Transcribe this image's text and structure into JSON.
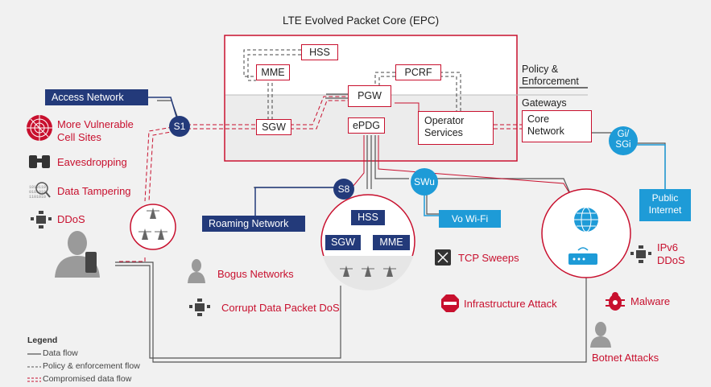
{
  "title": "LTE Evolved Packet Core (EPC)",
  "nodes": {
    "hss_top": "HSS",
    "mme_top": "MME",
    "sgw_top": "SGW",
    "pgw": "PGW",
    "epdg": "ePDG",
    "pcrf": "PCRF",
    "operator_services": [
      "Operator",
      "Services"
    ],
    "core_network": [
      "Core",
      "Network"
    ],
    "hss_s8": "HSS",
    "sgw_s8": "SGW",
    "mme_s8": "MME"
  },
  "interfaces": {
    "s1": "S1",
    "s8": "S8",
    "swu": "SWu",
    "gi_sgi": [
      "Gi/",
      "SGi"
    ]
  },
  "networks": {
    "access": "Access Network",
    "roaming": "Roaming Network",
    "vowifi": "Vo Wi-Fi",
    "public_internet": [
      "Public",
      "Internet"
    ]
  },
  "right_labels": {
    "policy": [
      "Policy &",
      "Enforcement"
    ],
    "gateways": "Gateways"
  },
  "threats": {
    "cell_sites": [
      "More Vulnerable",
      "Cell Sites"
    ],
    "eavesdropping": "Eavesdropping",
    "tampering": "Data Tampering",
    "ddos": "DDoS",
    "bogus": "Bogus Networks",
    "corrupt": "Corrupt Data Packet DoS",
    "tcp": "TCP Sweeps",
    "infra": "Infrastructure Attack",
    "ipv6": [
      "IPv6",
      "DDoS"
    ],
    "malware": "Malware",
    "botnet": "Botnet Attacks"
  },
  "legend": {
    "title": "Legend",
    "items": [
      "Data flow",
      "Policy & enforcement flow",
      "Compromised data flow"
    ]
  },
  "colors": {
    "red": "#c8102e",
    "navy": "#233a7a",
    "blue": "#1e9bd7",
    "gray_line": "#555555",
    "background": "#f1f1f1"
  }
}
